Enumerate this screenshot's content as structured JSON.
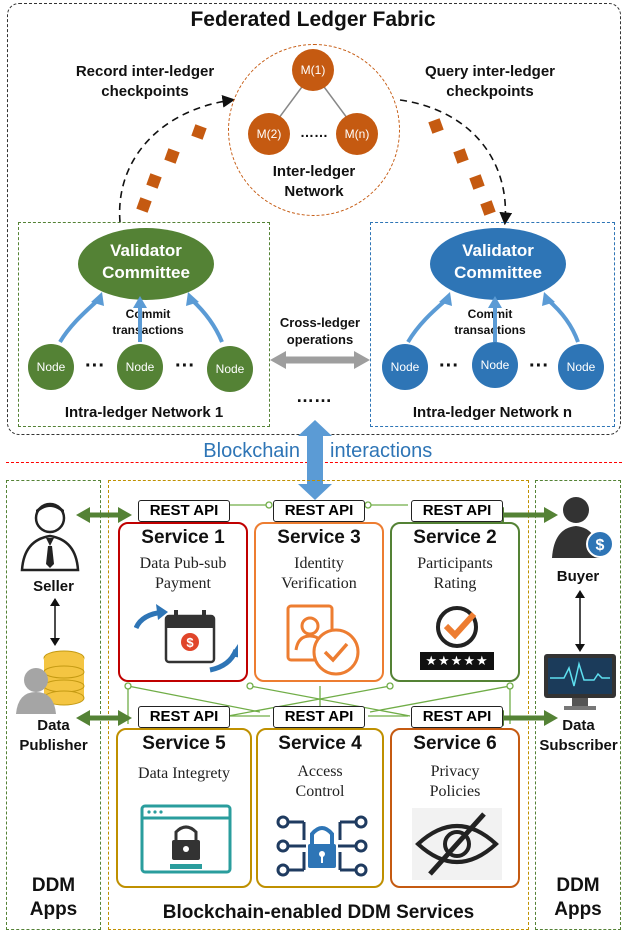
{
  "fabric": {
    "title": "Federated Ledger Fabric",
    "record_label_1": "Record inter-ledger",
    "record_label_2": "checkpoints",
    "query_label_1": "Query inter-ledger",
    "query_label_2": "checkpoints",
    "interledger": {
      "nodes": [
        "M(1)",
        "M(2)",
        "M(n)"
      ],
      "dots": "……",
      "label_1": "Inter-ledger",
      "label_2": "Network"
    },
    "network1": {
      "committee_1": "Validator",
      "committee_2": "Committee",
      "commit_1": "Commit",
      "commit_2": "transactions",
      "nodes": [
        "Node",
        "Node",
        "Node"
      ],
      "ellipsis": "···",
      "label": "Intra-ledger Network 1"
    },
    "networkn": {
      "committee_1": "Validator",
      "committee_2": "Committee",
      "commit_1": "Commit",
      "commit_2": "transactions",
      "nodes": [
        "Node",
        "Node",
        "Node"
      ],
      "ellipsis": "···",
      "label": "Intra-ledger Network n"
    },
    "cross_1": "Cross-ledger",
    "cross_2": "operations",
    "middle_dots": "……"
  },
  "blockchain_interactions": {
    "left": "Blockchain",
    "right": "interactions"
  },
  "left_apps": {
    "seller": "Seller",
    "publisher_1": "Data",
    "publisher_2": "Publisher",
    "ddm_1": "DDM",
    "ddm_2": "Apps"
  },
  "right_apps": {
    "buyer": "Buyer",
    "subscriber_1": "Data",
    "subscriber_2": "Subscriber",
    "ddm_1": "DDM",
    "ddm_2": "Apps"
  },
  "services": {
    "rest": "REST API",
    "s1": {
      "title": "Service 1",
      "desc_1": "Data Pub-sub",
      "desc_2": "Payment"
    },
    "s3": {
      "title": "Service 3",
      "desc_1": "Identity",
      "desc_2": "Verification"
    },
    "s2": {
      "title": "Service 2",
      "desc_1": "Participants",
      "desc_2": "Rating",
      "stars": "★★★★★"
    },
    "s5": {
      "title": "Service 5",
      "desc_1": "Data Integrety"
    },
    "s4": {
      "title": "Service 4",
      "desc_1": "Access",
      "desc_2": "Control"
    },
    "s6": {
      "title": "Service 6",
      "desc_1": "Privacy",
      "desc_2": "Policies"
    },
    "footer": "Blockchain-enabled DDM Services"
  },
  "colors": {
    "green": "#548235",
    "blue": "#2e75b6",
    "orange": "#c55a11",
    "red_border": "#c00000",
    "gold_border": "#bf9000",
    "dashed_red": "#ff0000"
  }
}
